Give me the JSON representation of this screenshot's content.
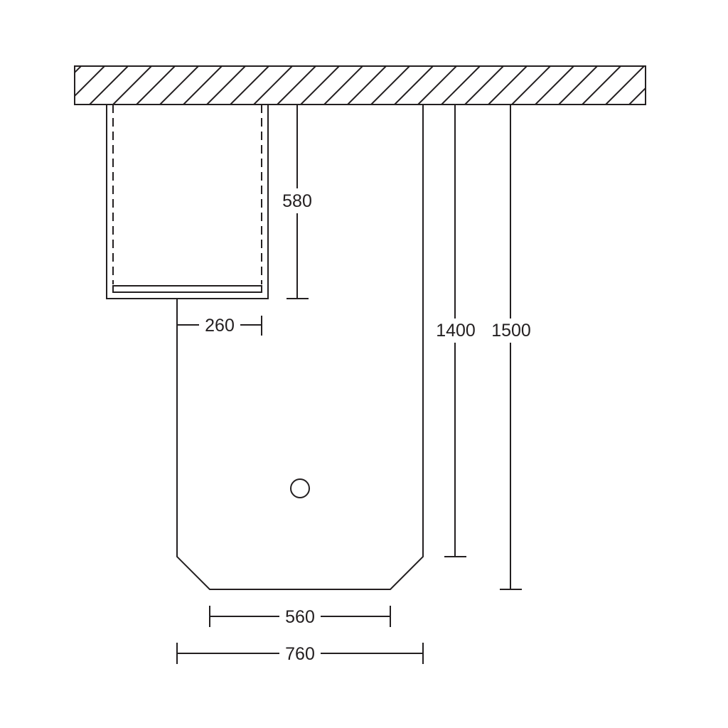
{
  "diagram": {
    "type": "technical-drawing",
    "line_color": "#231f20",
    "background": "#ffffff",
    "dimensions": {
      "cabinet_height": "580",
      "cabinet_offset": "260",
      "unit_height_1": "1400",
      "unit_height_2": "1500",
      "bottom_width": "560",
      "total_width": "760"
    }
  }
}
